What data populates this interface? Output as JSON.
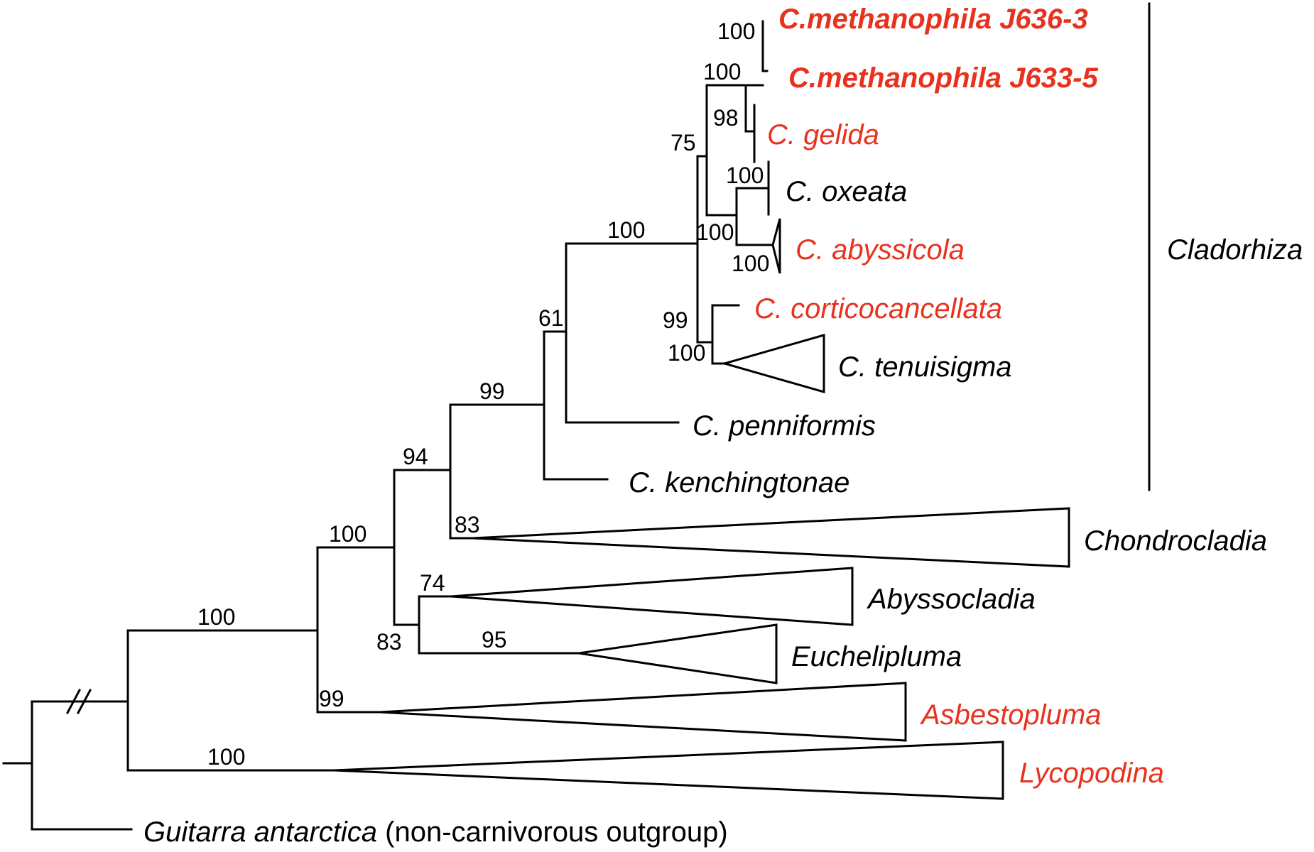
{
  "colors": {
    "highlight": "#e8321e",
    "default": "#000000"
  },
  "support": {
    "n_root_ingroup": "100",
    "n_lyco": "100",
    "n_main": "100",
    "n_asb": "99",
    "n_a": "94",
    "n_abyeu": "83",
    "n_abyss": "74",
    "n_euch": "95",
    "n_chondro": "83",
    "n_b": "99",
    "n_c": "61",
    "n_clad": "100",
    "n_d": "75",
    "n_e": "100",
    "n_meth": "100",
    "n_gel": "98",
    "n_oxab": "100",
    "n_oxe": "100",
    "n_aby": "100",
    "n_cort": "99",
    "n_ten": "100"
  },
  "taxa": {
    "meth1": "C.methanophila J636-3",
    "meth2": "C.methanophila J633-5",
    "gelida": "C. gelida",
    "oxeata": "C. oxeata",
    "abyssicola": "C. abyssicola",
    "cortico": "C. corticocancellata",
    "tenui": "C. tenuisigma",
    "penni": "C. penniformis",
    "kench": "C. kenchingtonae",
    "chondro": "Chondrocladia",
    "abyssocladia": "Abyssocladia",
    "euch": "Euchelipluma",
    "asbesto": "Asbestopluma",
    "lyco": "Lycopodina",
    "outgroup_name": "Guitarra antarctica",
    "outgroup_note": "(non-carnivorous outgroup)"
  },
  "clade_label": "Cladorhiza"
}
